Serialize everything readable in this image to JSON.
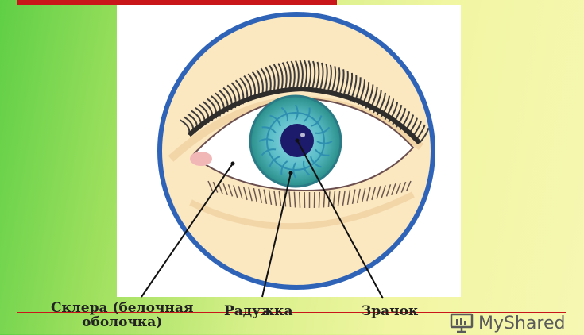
{
  "labels": {
    "sclera": "Склера (белочная оболочка)",
    "sclera_line1": "Склера (белочная",
    "sclera_line2": "оболочка)",
    "iris": "Радужка",
    "pupil": "Зрачок"
  },
  "watermark": {
    "text": "MyShared"
  },
  "colors": {
    "accent_red": "#c8161b",
    "iris": "#3aa9a7",
    "pupil": "#1b1a6b",
    "circle_border": "#2e63b8",
    "skin": "#fbe7c0"
  }
}
